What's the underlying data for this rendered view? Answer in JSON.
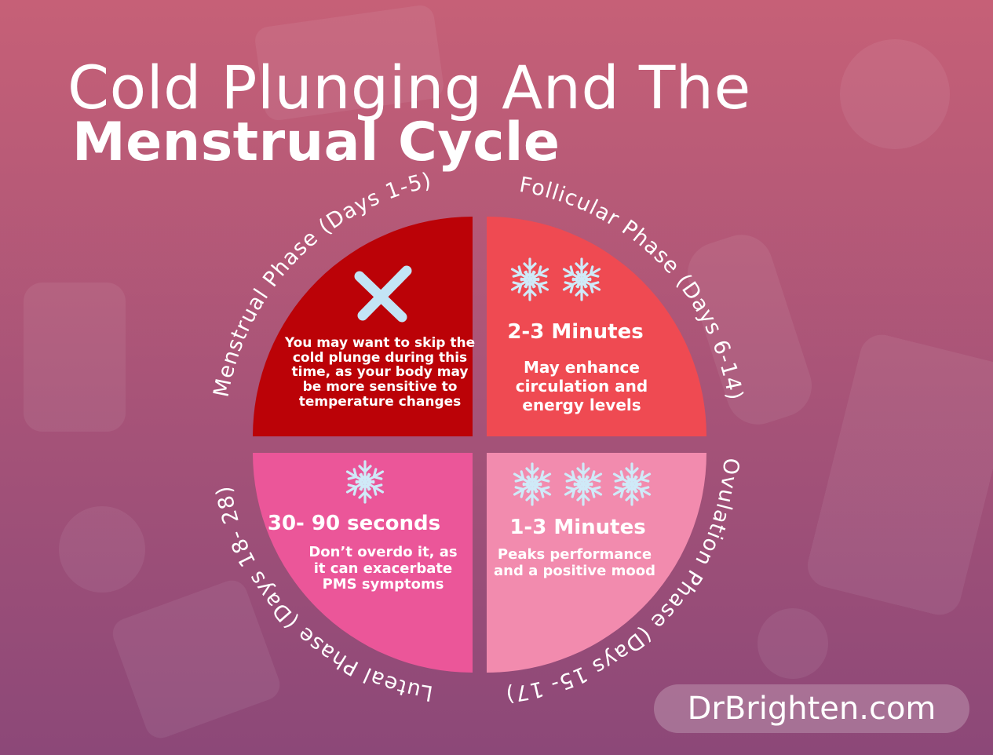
{
  "title": {
    "line1": "Cold Plunging And The",
    "line2": "Menstrual Cycle"
  },
  "phases": {
    "menstrual": {
      "label": "Menstrual Phase (Days 1-5)",
      "description": "You may want to skip the cold plunge during this time, as your body may be more sensitive to temperature changes",
      "color": "#bb0207",
      "icon": "cross-icon"
    },
    "follicular": {
      "label": "Follicular Phase (Days 6-14)",
      "duration": "2-3 Minutes",
      "description": "May enhance circulation and energy levels",
      "color": "#ef4a52",
      "snowflakes": 2
    },
    "luteal": {
      "label": "Luteal Phase (Days 18- 28)",
      "duration": "30- 90 seconds",
      "description": "Don’t overdo it, as it can exacerbate PMS symptoms",
      "color": "#eb5699",
      "snowflakes": 1
    },
    "ovulation": {
      "label": "Ovulation Phase (Days 15- 17)",
      "duration": "1-3 Minutes",
      "description": "Peaks performance and a positive mood",
      "color": "#f28bae",
      "snowflakes": 3
    }
  },
  "colors": {
    "background_top": "#c45e78",
    "background_bottom": "#8f4a78",
    "snowflake": "#cfeaf8",
    "cross": "#c3e4f5"
  },
  "website": "DrBrighten.com"
}
